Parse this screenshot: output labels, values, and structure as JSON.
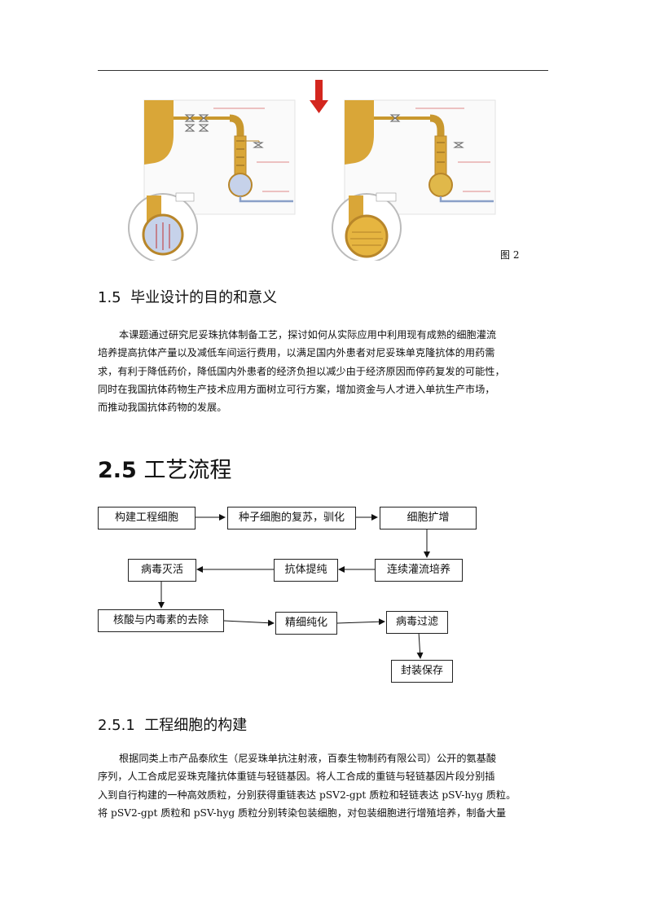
{
  "figure": {
    "caption": "图 2"
  },
  "section_1_5": {
    "number": "1.5",
    "title": "毕业设计的目的和意义",
    "lines": [
      "本课题通过研究尼妥珠抗体制备工艺，探讨如何从实际应用中利用现有成熟的细胞灌流",
      "培养提高抗体产量以及减低车间运行费用，以满足国内外患者对尼妥珠单克隆抗体的用药需",
      "求，有利于降低药价，降低国内外患者的经济负担以减少由于经济原因而停药复发的可能性，",
      "同时在我国抗体药物生产技术应用方面树立可行方案，增加资金与人才进入单抗生产市场，",
      "而推动我国抗体药物的发展。"
    ]
  },
  "section_2_5": {
    "number": "2.5",
    "title": "工艺流程",
    "flow": {
      "build_cells": "构建工程细胞",
      "seed_revival": "种子细胞的复苏，驯化",
      "expansion": "细胞扩增",
      "perfusion": "连续灌流培养",
      "purification": "抗体提纯",
      "virus_inactivation": "病毒灭活",
      "nucleic_removal": "核酸与内毒素的去除",
      "fine_purification": "精细纯化",
      "virus_filtration": "病毒过滤",
      "packaging": "封装保存"
    }
  },
  "section_2_5_1": {
    "number": "2.5.1",
    "title": "工程细胞的构建",
    "lines": [
      "根据同类上市产品泰欣生（尼妥珠单抗注射液，百泰生物制药有限公司）公开的氨基酸",
      "序列，人工合成尼妥珠克隆抗体重链与轻链基因。将人工合成的重链与轻链基因片段分别插",
      "入到自行构建的一种高效质粒，分别获得重链表达 pSV2-gpt 质粒和轻链表达 pSV-hyg 质粒。",
      "将 pSV2-gpt 质粒和  pSV-hyg 质粒分别转染包装细胞，对包装细胞进行增殖培养，制备大量"
    ]
  }
}
